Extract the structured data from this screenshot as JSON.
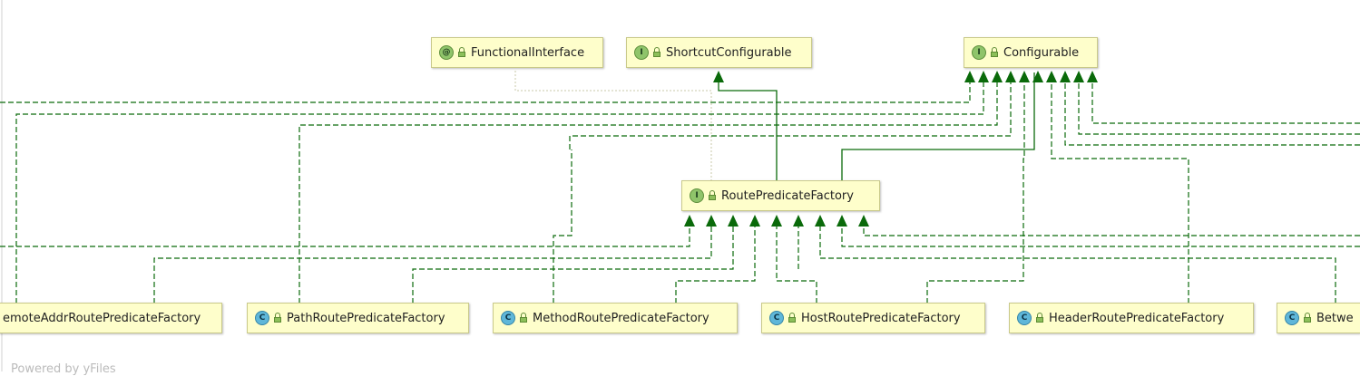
{
  "nodes": {
    "functional_interface": {
      "badge": "@",
      "label": "FunctionalInterface"
    },
    "shortcut_configurable": {
      "badge": "I",
      "label": "ShortcutConfigurable"
    },
    "configurable": {
      "badge": "I",
      "label": "Configurable"
    },
    "route_predicate_factory": {
      "badge": "I",
      "label": "RoutePredicateFactory"
    },
    "remote_addr": {
      "badge": "",
      "label": "emoteAddrRoutePredicateFactory"
    },
    "path": {
      "badge": "C",
      "label": "PathRoutePredicateFactory"
    },
    "method": {
      "badge": "C",
      "label": "MethodRoutePredicateFactory"
    },
    "host": {
      "badge": "C",
      "label": "HostRoutePredicateFactory"
    },
    "header": {
      "badge": "C",
      "label": "HeaderRoutePredicateFactory"
    },
    "between": {
      "badge": "C",
      "label": "Betwe"
    }
  },
  "footer": {
    "text": "Powered by yFiles"
  },
  "colors": {
    "edge": "#0a6a0a",
    "annotation_edge": "#b8b8a0",
    "node_fill": "#fefecb"
  }
}
